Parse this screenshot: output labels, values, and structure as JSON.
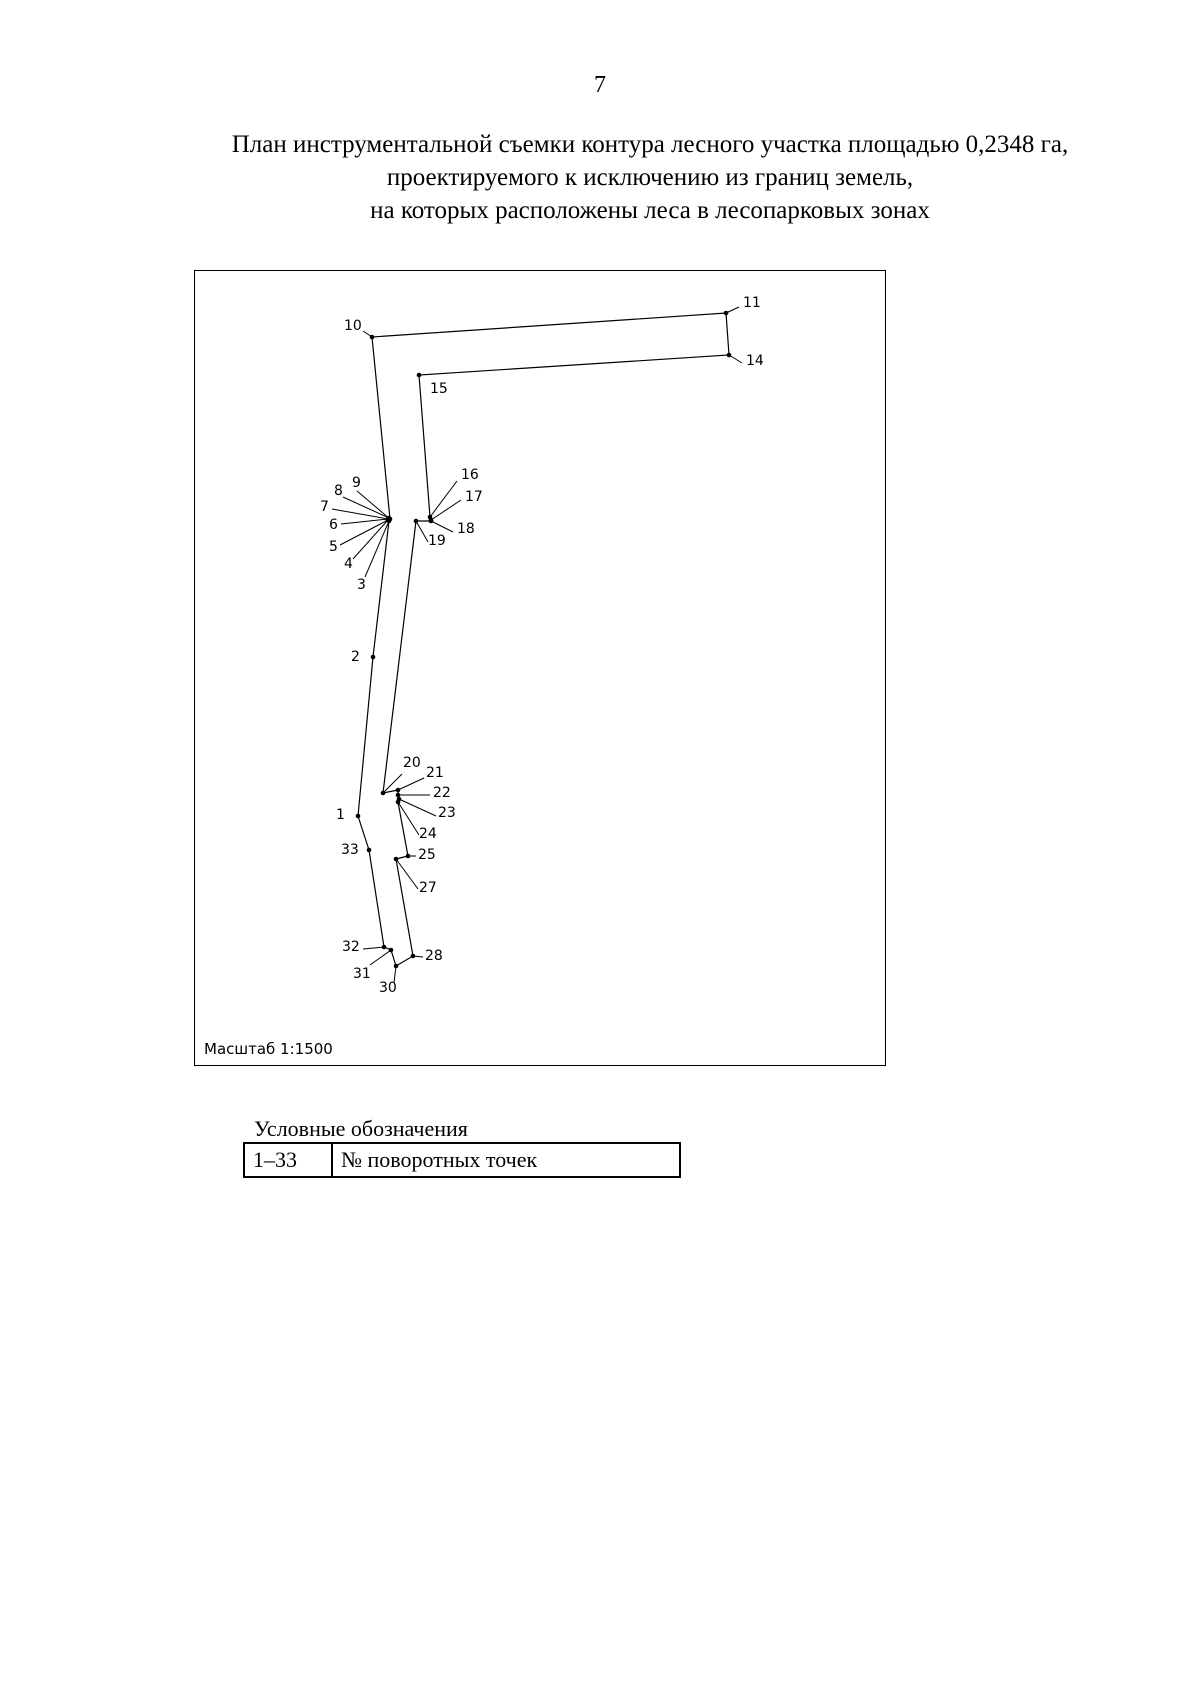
{
  "page_number": "7",
  "title_lines": [
    "План инструментальной съемки контура лесного участка площадью 0,2348 га,",
    "проектируемого к исключению из границ земель,",
    "на которых расположены леса в лесопарковых зонах"
  ],
  "map": {
    "scale_label": "Масштаб 1:1500",
    "boundary_order": [
      "1",
      "2",
      "3",
      "4",
      "5",
      "6",
      "7",
      "8",
      "9",
      "10",
      "11",
      "14",
      "15",
      "16",
      "17",
      "18",
      "19",
      "20",
      "21",
      "22",
      "23",
      "24",
      "25",
      "27",
      "28",
      "30",
      "31",
      "32",
      "33",
      "1"
    ]
  },
  "legend": {
    "title": "Условные обозначения",
    "rows": [
      {
        "code": "1–33",
        "description": "№ поворотных точек"
      }
    ]
  }
}
